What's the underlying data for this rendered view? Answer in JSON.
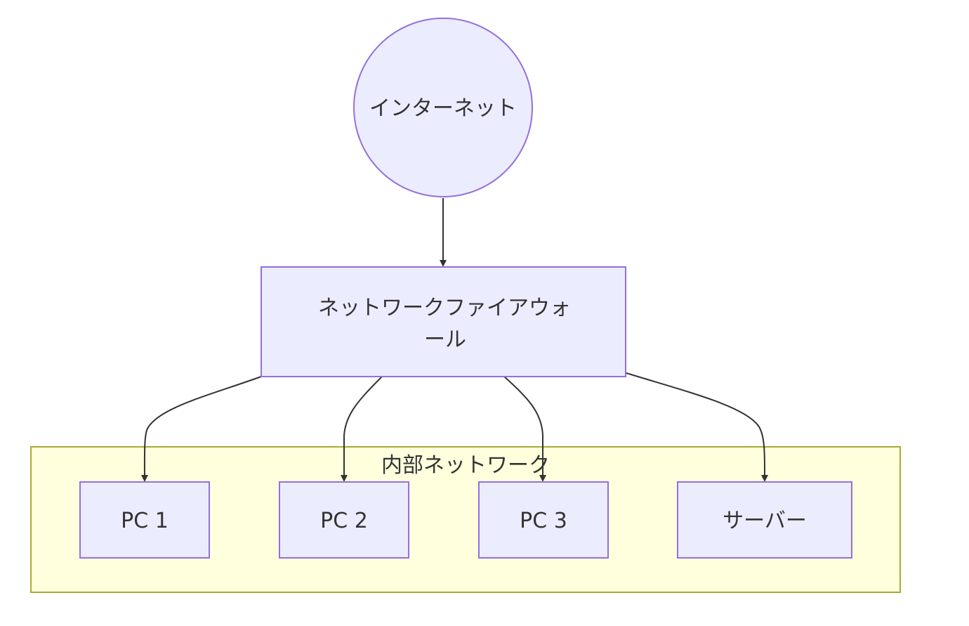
{
  "diagram": {
    "cluster": {
      "label": "内部ネットワーク"
    },
    "nodes": {
      "internet": {
        "label": "インターネット"
      },
      "firewall": {
        "line1": "ネットワークファイアウォ",
        "line2": "ール"
      },
      "pc1": {
        "label": "PC 1"
      },
      "pc2": {
        "label": "PC 2"
      },
      "pc3": {
        "label": "PC 3"
      },
      "server": {
        "label": "サーバー"
      }
    },
    "edges": [
      {
        "from": "internet",
        "to": "firewall"
      },
      {
        "from": "firewall",
        "to": "pc1"
      },
      {
        "from": "firewall",
        "to": "pc2"
      },
      {
        "from": "firewall",
        "to": "pc3"
      },
      {
        "from": "firewall",
        "to": "server"
      }
    ]
  },
  "colors": {
    "node_fill": "#ECECFF",
    "node_stroke": "#9370DB",
    "cluster_fill": "#FFFFDE",
    "cluster_stroke": "#AAAA33",
    "edge": "#333333",
    "text": "#333333"
  }
}
